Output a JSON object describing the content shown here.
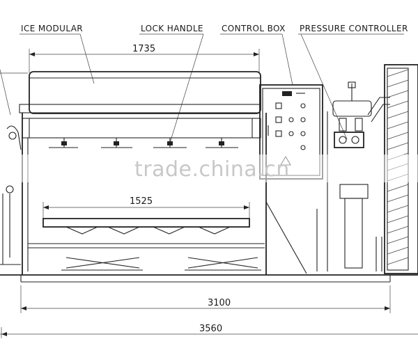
{
  "labels": {
    "ice_modular": "ICE MODULAR",
    "lock_handle": "LOCK HANDLE",
    "control_box": "CONTROL BOX",
    "pressure_controller": "PRESSURE CONTROLLER"
  },
  "dimensions": {
    "top_width": "1735",
    "tray_width": "1525",
    "base_length": "3100",
    "overall_length": "3560"
  },
  "watermark": "trade.china.cn"
}
